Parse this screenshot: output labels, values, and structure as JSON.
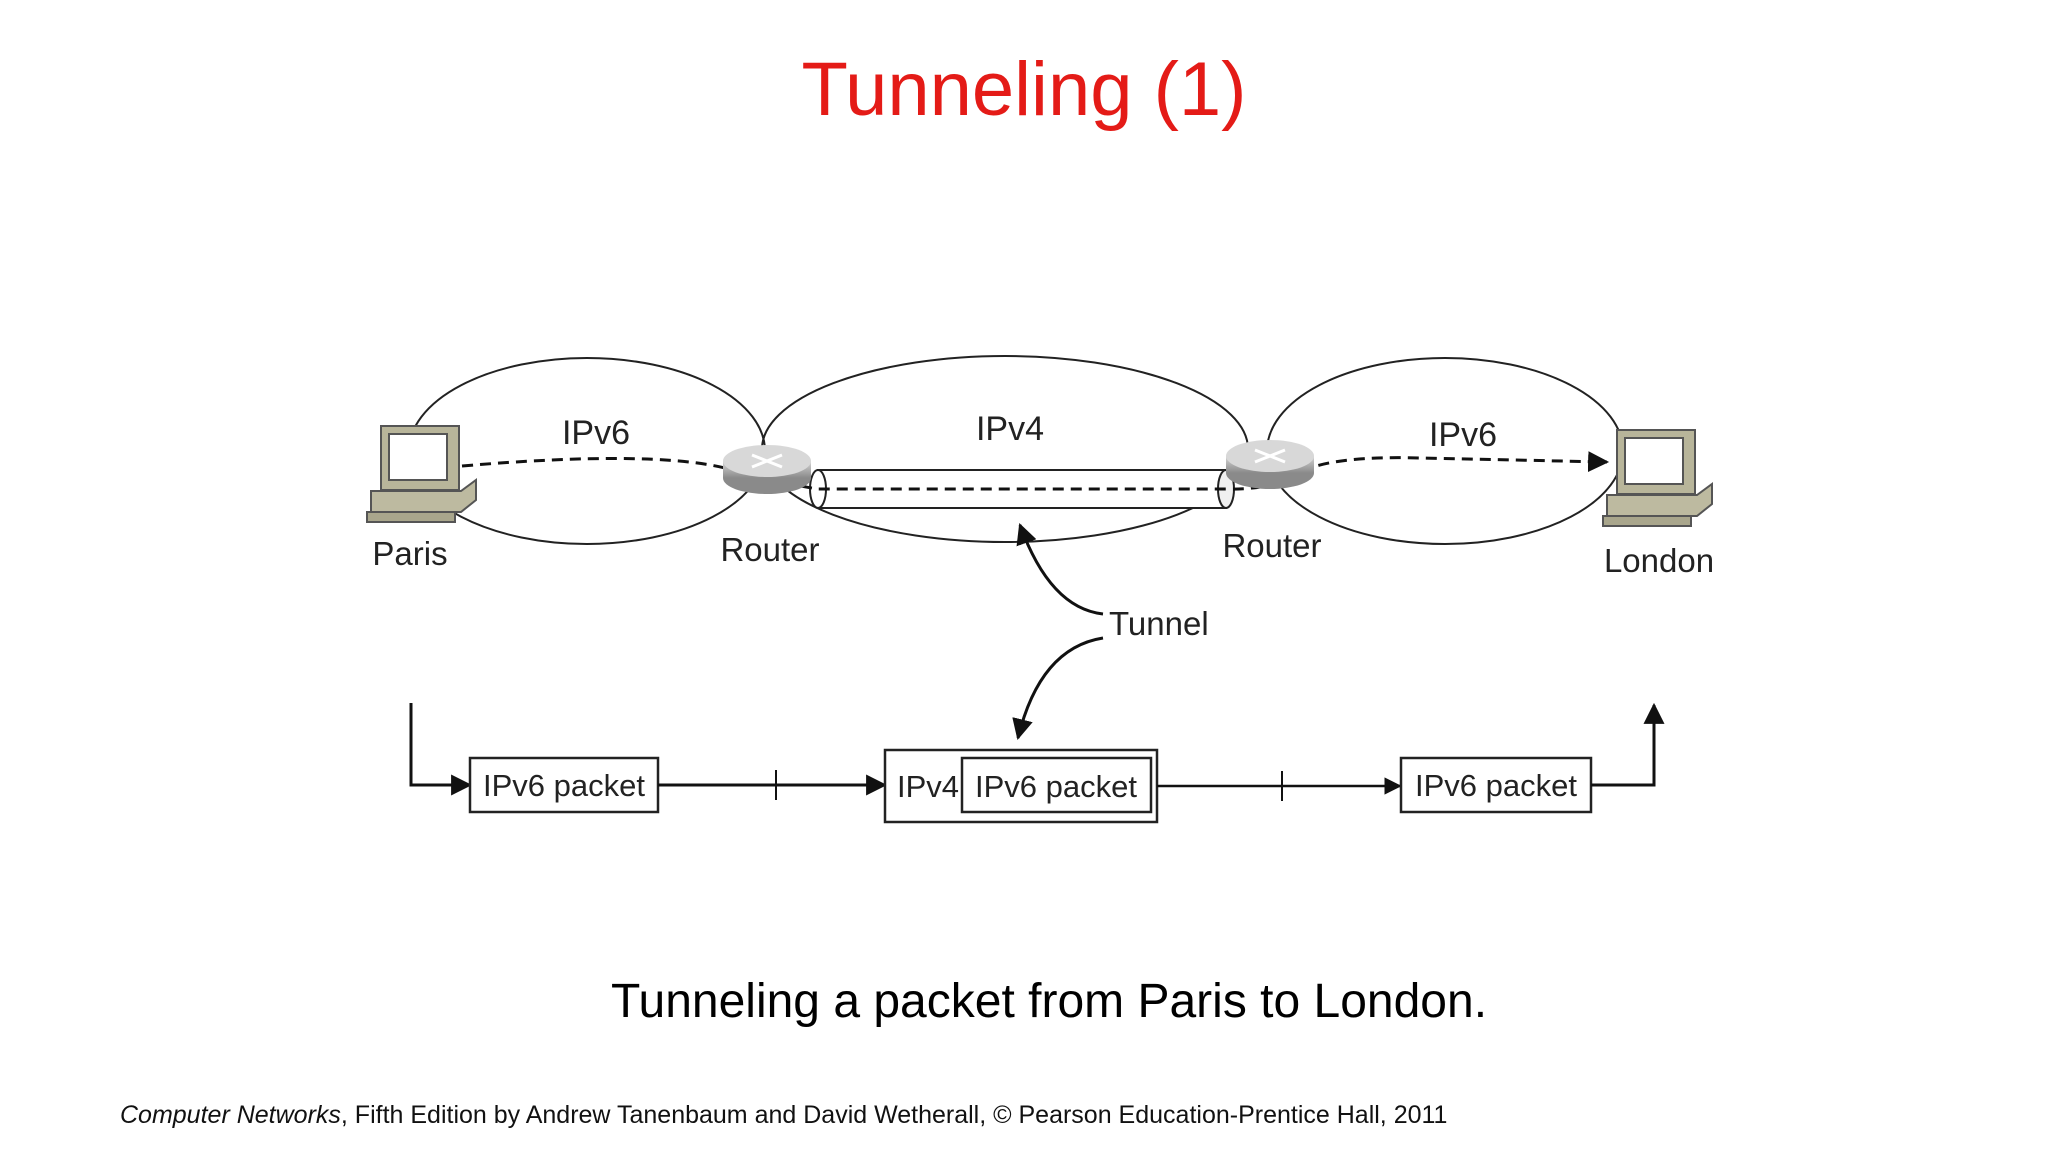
{
  "title": "Tunneling (1)",
  "caption": "Tunneling a packet from Paris to London.",
  "footer": {
    "book": "Computer Networks",
    "rest": ", Fifth Edition by Andrew Tanenbaum and David Wetherall, © Pearson Education-Prentice Hall, 2011"
  },
  "diagram": {
    "network_labels": {
      "left": "IPv6",
      "middle": "IPv4",
      "right": "IPv6"
    },
    "nodes": {
      "source": "Paris",
      "router_left": "Router",
      "router_right": "Router",
      "destination": "London"
    },
    "tunnel_label": "Tunnel",
    "packets": {
      "first": "IPv6 packet",
      "outer_header": "IPv4",
      "inner": "IPv6 packet",
      "last": "IPv6 packet"
    }
  },
  "colors": {
    "title": "#e41b17"
  }
}
